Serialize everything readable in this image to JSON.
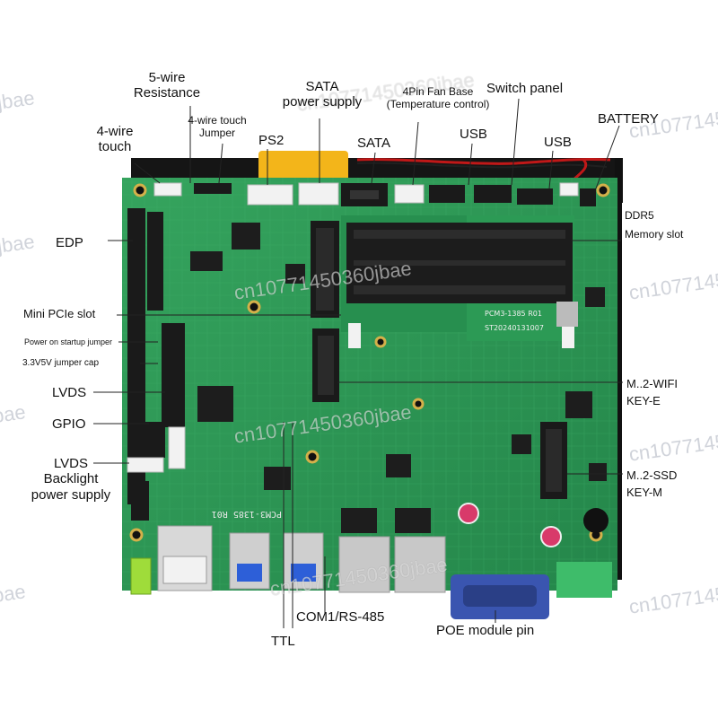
{
  "labels": {
    "five_wire_resistance": "5-wire\nResistance",
    "four_wire_touch": "4-wire\ntouch",
    "four_wire_touch_jumper": "4-wire touch\nJumper",
    "ps2": "PS2",
    "sata_power_supply": "SATA\npower supply",
    "sata": "SATA",
    "fan_base": "4Pin Fan Base\n(Temperature control)",
    "usb_top": "USB",
    "switch_panel": "Switch panel",
    "usb_right": "USB",
    "battery": "BATTERY",
    "ddr5_memory_slot": "DDR5\nMemory slot",
    "edp": "EDP",
    "mini_pcie_slot": "Mini PCIe slot",
    "power_on_startup_jumper": "Power on startup jumper",
    "jumper_cap": "3.3V5V jumper cap",
    "lvds": "LVDS",
    "gpio": "GPIO",
    "lvds_backlight": "LVDS\nBacklight\npower supply",
    "m2_wifi": "M..2-WIFI\nKEY-E",
    "m2_ssd": "M..2-SSD\nKEY-M",
    "ttl": "TTL",
    "com1": "COM1/RS-485",
    "poe_module_pin": "POE module pin"
  },
  "board_text": {
    "model_top": "PCM3-1385 R01",
    "serial": "ST20240131007",
    "model_bottom": "PCM3-1385 R01"
  },
  "watermark": "cn10771450360jbae",
  "colors": {
    "pcb": "#2f9a56",
    "pcb_dark": "#1f7a40",
    "leader": "#222222",
    "connector_white": "#f2f2f2",
    "connector_black": "#1a1a1a",
    "usb_blue": "#2d5fd8",
    "vga_blue": "#3a55b0",
    "terminal_green": "#3ebc6a",
    "audio_green": "#9fdc3a"
  }
}
